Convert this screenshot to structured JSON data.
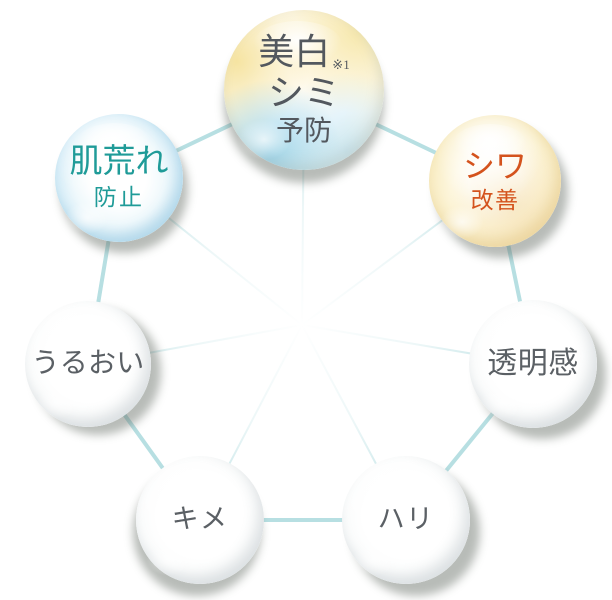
{
  "diagram": {
    "type": "benefit-bubble-wheel",
    "node_count": 7
  },
  "bubbles": [
    {
      "key": "whitening-spot-prevention",
      "line1": "美白",
      "note": "※1",
      "line2": "シミ",
      "line3": "予防",
      "text_color": "#53585e",
      "fill_accent": "#f5ecd0"
    },
    {
      "key": "rough-skin-prevention",
      "line1": "肌荒れ",
      "line2": "防止",
      "text_color": "#1f9b98",
      "fill_accent": "#b7e0f1"
    },
    {
      "key": "wrinkle-improvement",
      "line1": "シワ",
      "line2": "改善",
      "text_color": "#d4531d",
      "fill_accent": "#f0dc9e"
    },
    {
      "key": "moisture",
      "line1": "うるおい",
      "text_color": "#5b6065",
      "fill_accent": "#eef1f2"
    },
    {
      "key": "clarity",
      "line1": "透明感",
      "text_color": "#5b6065",
      "fill_accent": "#eef1f2"
    },
    {
      "key": "texture",
      "line1": "キメ",
      "text_color": "#5b6065",
      "fill_accent": "#eef1f2"
    },
    {
      "key": "firmness",
      "line1": "ハリ",
      "text_color": "#5b6065",
      "fill_accent": "#eef1f2"
    }
  ],
  "colors": {
    "connector_line": "#b7dfe2",
    "bubble_shadow": "rgba(106,116,106,0.48)",
    "center_circle": "#ffffff",
    "background": "#ffffff"
  }
}
